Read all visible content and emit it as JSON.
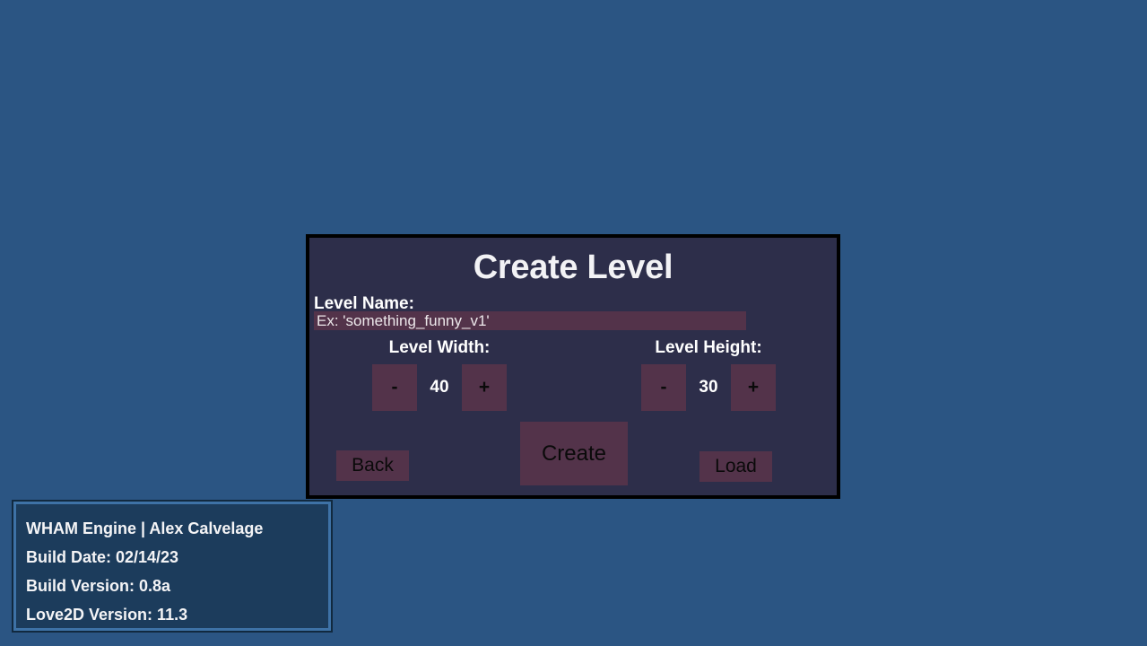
{
  "background_color": "#2b5583",
  "panel": {
    "title": "Create Level",
    "fill_color": "#2d2e4a",
    "border_color": "#000000",
    "level_name": {
      "label": "Level Name:",
      "value": "",
      "placeholder": "Ex: 'something_funny_v1'",
      "field_color": "#53334a"
    },
    "level_width": {
      "label": "Level Width:",
      "value": "40",
      "decrement_label": "-",
      "increment_label": "+"
    },
    "level_height": {
      "label": "Level Height:",
      "value": "30",
      "decrement_label": "-",
      "increment_label": "+"
    },
    "buttons": {
      "back": "Back",
      "create": "Create",
      "load": "Load",
      "fill_color": "#53334a"
    }
  },
  "build_info": {
    "engine_line": "WHAM Engine | Alex Calvelage",
    "build_date": "Build Date: 02/14/23",
    "build_version": "Build Version: 0.8a",
    "love2d_version": "Love2D Version: 11.3",
    "border_color": "#3e72a6",
    "fill_color": "#1c3c5c"
  }
}
